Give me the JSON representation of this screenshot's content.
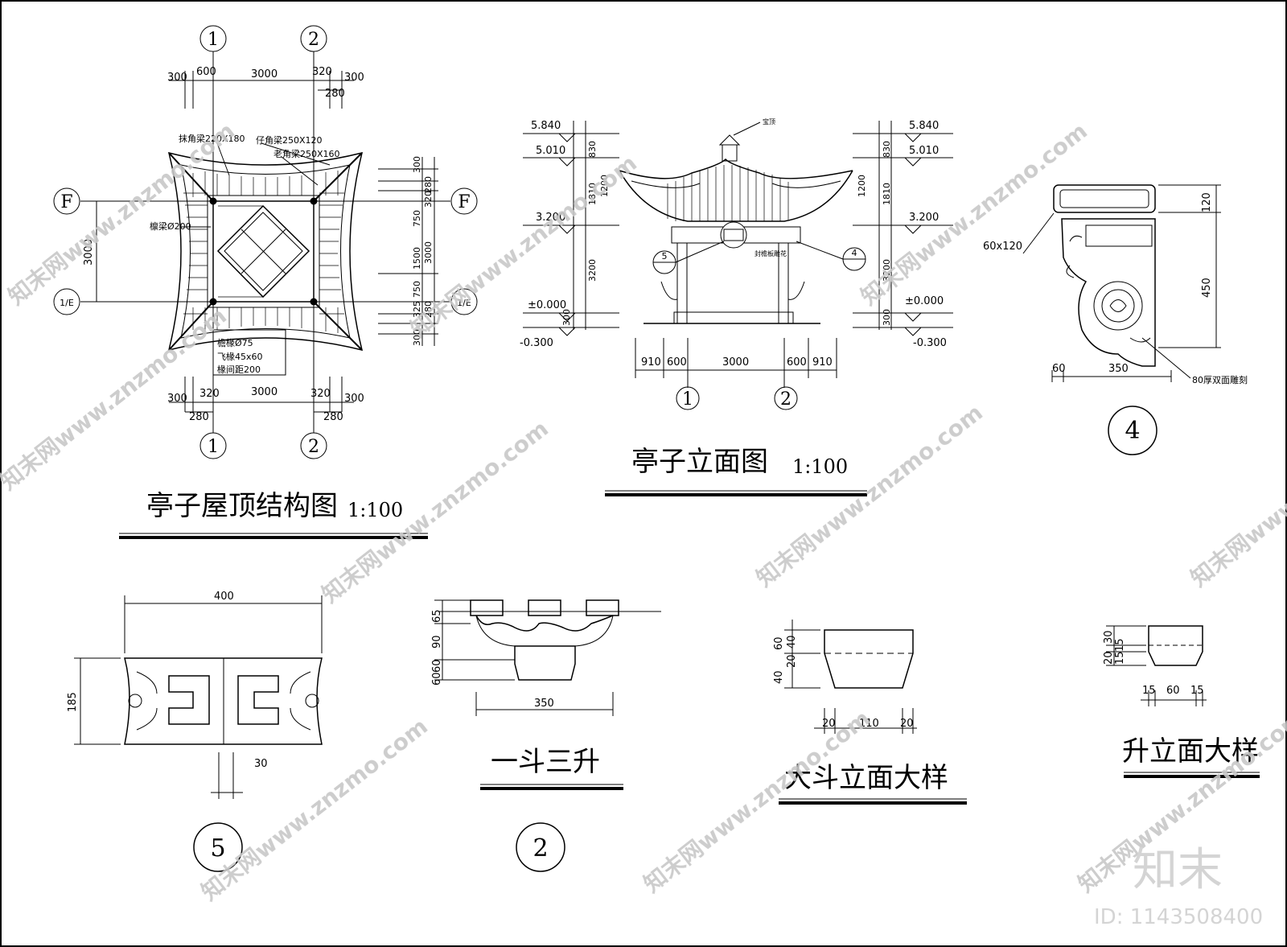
{
  "roof_plan": {
    "title": "亭子屋顶结构图",
    "scale": "1:100",
    "axes": {
      "a1": "1",
      "a2": "2",
      "aF": "F",
      "aE": "1/E"
    },
    "top_dims": [
      "300",
      "600",
      "3000",
      "320",
      "300",
      "280"
    ],
    "bottom_dims": [
      "300",
      "320",
      "3000",
      "320",
      "300",
      "280",
      "280"
    ],
    "side_dims": [
      "300",
      "280",
      "750",
      "320",
      "1500",
      "3000",
      "750",
      "325",
      "280",
      "300"
    ],
    "left_dim": "3000",
    "labels": [
      "抹角梁220X180",
      "仔角梁250X120",
      "老角梁250X160",
      "檩梁Ø200",
      "檐椽Ø75",
      "飞椽45x60",
      "椽间距200"
    ]
  },
  "elevation": {
    "title": "亭子立面图",
    "scale": "1:100",
    "levels_left": [
      "5.840",
      "5.010",
      "3.200",
      "±0.000",
      "-0.300"
    ],
    "levels_right": [
      "5.840",
      "5.010",
      "3.200",
      "±0.000",
      "-0.300"
    ],
    "vert_dims": [
      "830",
      "1200",
      "1810",
      "3200",
      "300"
    ],
    "bottom_dims": [
      "910",
      "600",
      "3000",
      "600",
      "910"
    ],
    "axes": [
      "1",
      "2"
    ],
    "callouts": [
      "5",
      "4"
    ],
    "notes": [
      "宝顶",
      "封檐板雕花"
    ]
  },
  "detail4": {
    "id": "4",
    "dims": [
      "120",
      "450",
      "60",
      "350"
    ],
    "labels": [
      "60x120",
      "80厚双面雕刻"
    ]
  },
  "detail5": {
    "id": "5",
    "dims": [
      "400",
      "185",
      "30"
    ]
  },
  "dou": {
    "title": "一斗三升",
    "id": "2",
    "dims": [
      "65",
      "90",
      "60",
      "60",
      "350"
    ]
  },
  "dadou": {
    "title": "大斗立面大样",
    "dims": [
      "60",
      "20",
      "40",
      "40",
      "20",
      "110",
      "20"
    ]
  },
  "sheng": {
    "title": "升立面大样",
    "dims": [
      "20",
      "30",
      "15",
      "15",
      "15",
      "60",
      "15"
    ]
  },
  "watermark": {
    "text": "知末网www.znzmo.com",
    "logo": "知末",
    "id": "ID: 1143508400"
  }
}
